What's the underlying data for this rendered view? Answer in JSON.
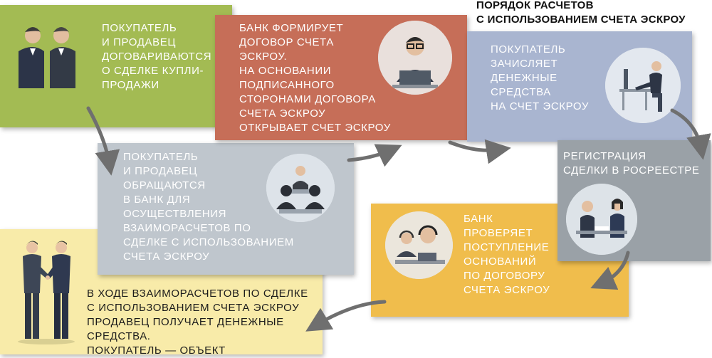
{
  "title": "Порядок расчетов\nс использованием счета эскроу",
  "colors": {
    "green": "#a3bb53",
    "red": "#c66e58",
    "blue": "#a9b5d0",
    "grey": "#bfc6cd",
    "darkgrey": "#9aa1a7",
    "yellow": "#f0bd4c",
    "cream": "#f8eba9",
    "arrow": "#6f6f6f"
  },
  "steps": [
    {
      "id": "step1",
      "text": "Покупатель\nи продавец\nдоговариваются\nо сделке купли-\nпродажи"
    },
    {
      "id": "step2",
      "text": "Покупатель\nи продавец\nобращаются\nв банк для\nосуществления\nвзаиморасчетов по\nсделке с использованием\nсчета эскроу"
    },
    {
      "id": "step3",
      "text": "Банк формирует\nдоговор счета\nэскроу.\nНа основании\nподписанного\nсторонами договора\nсчета эскроу\nоткрывает счет эскроу"
    },
    {
      "id": "step4",
      "text": "Покупатель\nзачисляет\nденежные\nсредства\nна счет эскроу"
    },
    {
      "id": "step5",
      "text": "Регистрация\nсделки в Росреестре"
    },
    {
      "id": "step6",
      "text": "Банк\nпроверяет\nпоступление\nоснований\nпо договору\nсчета эскроу"
    },
    {
      "id": "step7",
      "text": "В ходе взаиморасчетов по сделке\nс использованием счета эскроу\nпродавец получает денежные средства.\nПокупатель — объект недвижимости"
    }
  ]
}
